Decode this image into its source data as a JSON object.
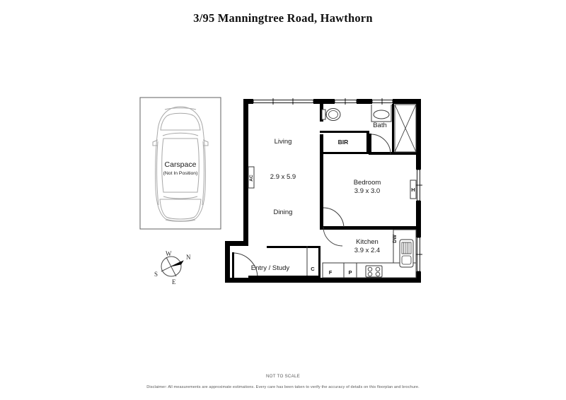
{
  "title": "3/95 Manningtree Road, Hawthorn",
  "footer": {
    "scale_note": "NOT TO SCALE",
    "disclaimer": "Disclaimer: All measurements are approximate estimations. Every care has been taken to verify the accuracy of details on this floorplan and brochure."
  },
  "carspace": {
    "label": "Carspace",
    "sublabel": "(Not In Position)"
  },
  "compass": {
    "north": "N",
    "south": "S",
    "east": "E",
    "west": "W"
  },
  "rooms": {
    "living": {
      "name": "Living",
      "dimensions": "2.9 x 5.9"
    },
    "dining": {
      "name": "Dining"
    },
    "bath": {
      "name": "Bath"
    },
    "bedroom": {
      "name": "Bedroom",
      "dimensions": "3.9 x 3.0"
    },
    "kitchen": {
      "name": "Kitchen",
      "dimensions": "3.9 x 2.4"
    },
    "entry_study": {
      "name": "Entry / Study"
    }
  },
  "annotations": {
    "bir": "BIR",
    "ac": "AC",
    "hot_water": "H",
    "dishwasher": "DW",
    "cupboard": "C",
    "fridge": "F",
    "pantry": "P"
  },
  "colors": {
    "wall": "#000000",
    "fixture_outline": "#3a3a3a",
    "text": "#1a1a1a",
    "footer_text": "#5a5a5a",
    "carspace_outline": "#9a9a9a",
    "carspace_border": "#6f6f6f"
  }
}
